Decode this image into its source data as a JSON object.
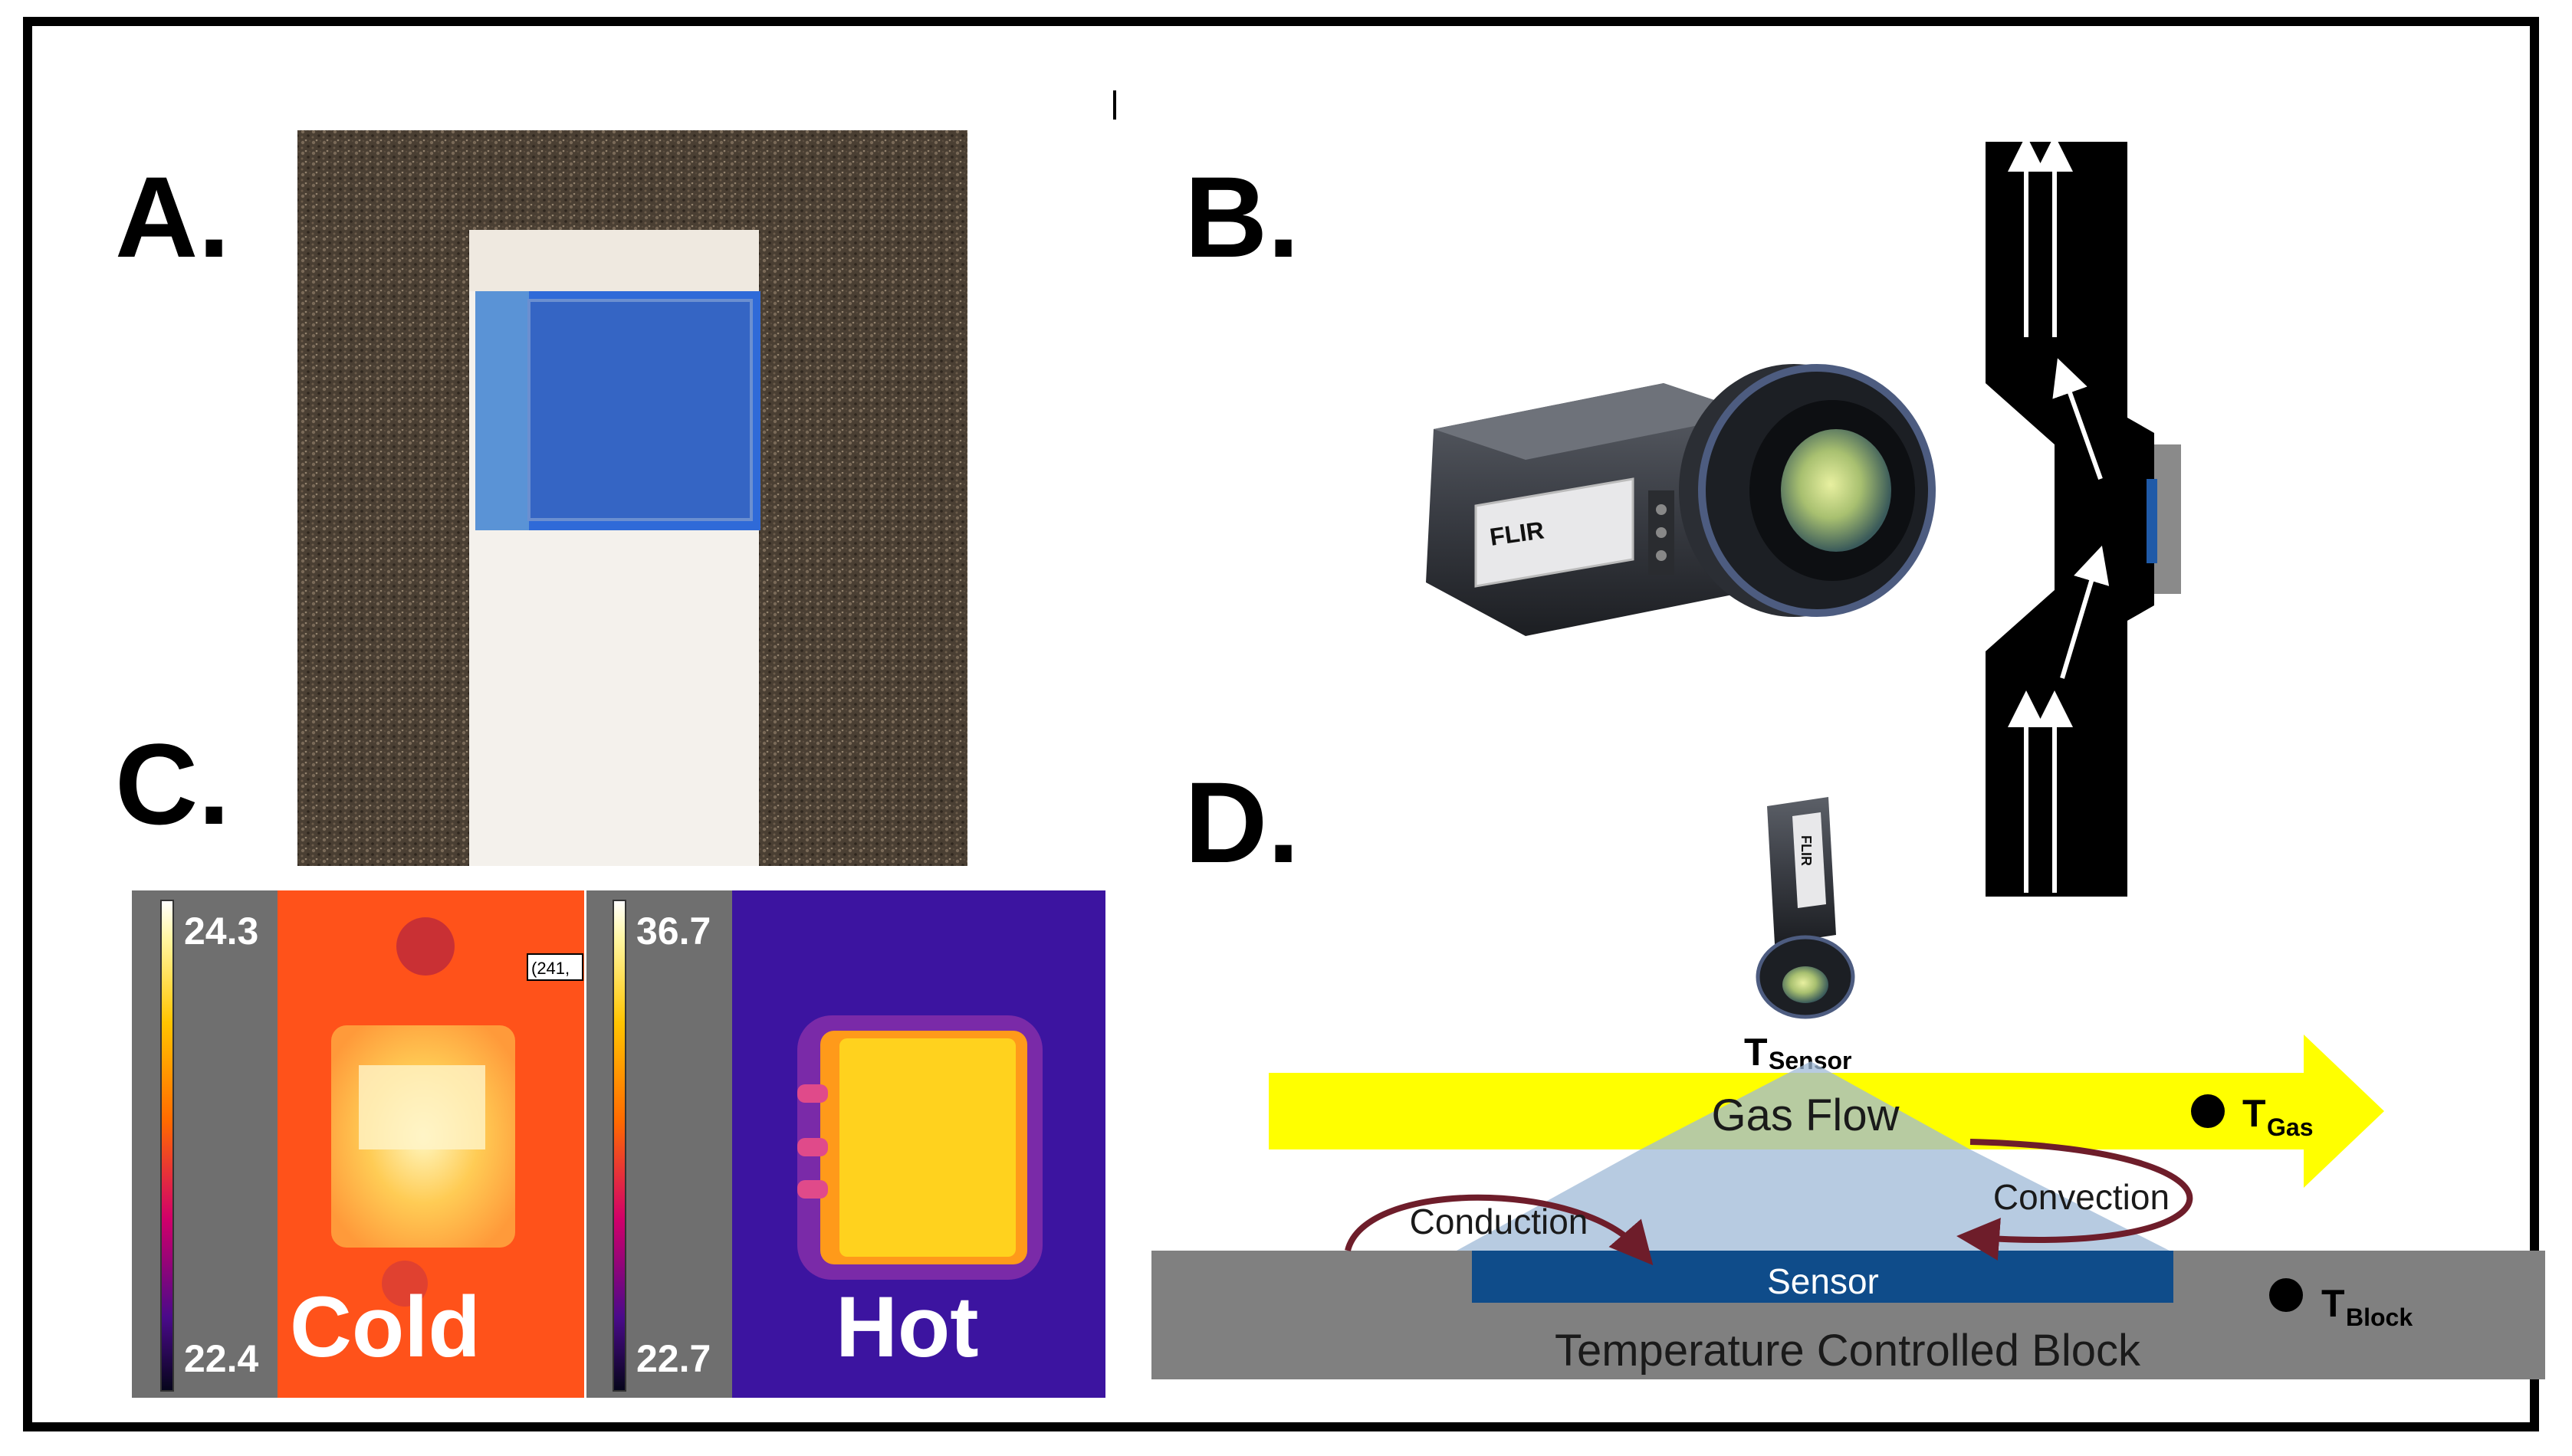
{
  "panels": {
    "a": {
      "label": "A."
    },
    "b": {
      "label": "B.",
      "camera_brand": "FLIR"
    },
    "c": {
      "label": "C.",
      "cold": {
        "max": "24.3",
        "min": "22.4",
        "word": "Cold",
        "cursor": "(241,"
      },
      "hot": {
        "max": "36.7",
        "min": "22.7",
        "word": "Hot"
      }
    },
    "d": {
      "label": "D.",
      "camera_brand": "FLIR",
      "t_sensor": {
        "main": "T",
        "sub": "Sensor"
      },
      "gas_flow": "Gas Flow",
      "t_gas": {
        "main": "T",
        "sub": "Gas"
      },
      "conduction": "Conduction",
      "convection": "Convection",
      "sensor": "Sensor",
      "t_block": {
        "main": "T",
        "sub": "Block"
      },
      "block": "Temperature Controlled Block"
    }
  },
  "colors": {
    "gas_flow": "#ffff00",
    "sensor": "#0f4c8a",
    "block": "#808080",
    "arrow_curve": "#6e1d2a",
    "thermal_cold_bg": "#ff5a1e",
    "thermal_hot_bg": "#3c14a0"
  }
}
